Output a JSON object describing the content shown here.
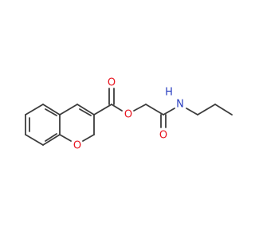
{
  "colors": {
    "bond": "#3c3c3c",
    "oxygen": "#e8141f",
    "nitrogen": "#2a3fc0"
  },
  "atoms": {
    "ring_oxygen": "O",
    "carbonyl_oxygen_1": "O",
    "ester_oxygen": "O",
    "carbonyl_oxygen_2": "O",
    "amide_nitrogen": "N",
    "amide_hydrogen": "H"
  }
}
